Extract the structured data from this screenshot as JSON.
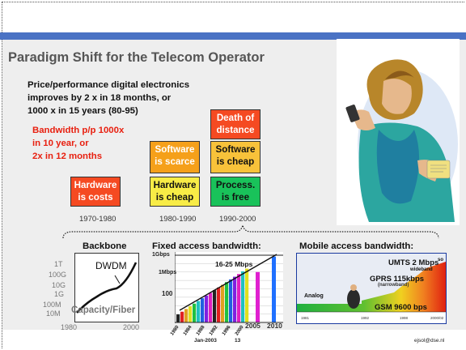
{
  "title": "Paradigm Shift for the Telecom Operator",
  "intro": {
    "line1": "Price/performance digital electronics",
    "line2": "improves by 2 x in 18 months, or",
    "line3": "1000 x in 15 years (80-95)"
  },
  "bandwidth_note": {
    "line1": "Bandwidth p/p 1000x",
    "line2": "in 10 year, or",
    "line3": "2x in 12 months"
  },
  "columns": [
    {
      "period": "1970-1980",
      "boxes": [
        {
          "l1": "Hardware",
          "l2": "is costs"
        }
      ]
    },
    {
      "period": "1980-1990",
      "boxes": [
        {
          "l1": "Software",
          "l2": "is scarce"
        },
        {
          "l1": "Hardware",
          "l2": "is cheap"
        }
      ]
    },
    {
      "period": "1990-2000",
      "boxes": [
        {
          "l1": "Death of",
          "l2": "distance"
        },
        {
          "l1": "Software",
          "l2": "is cheap"
        },
        {
          "l1": "Process.",
          "l2": "is free"
        }
      ]
    }
  ],
  "backbone": {
    "title": "Backbone",
    "y_ticks": [
      "1T",
      "100G",
      "10G",
      "1G",
      "100M",
      "10M"
    ],
    "x_ticks": [
      "1980",
      "2000"
    ],
    "curve_label": "DWDM",
    "bottom_label": "Capacity/Fiber"
  },
  "fixed": {
    "title": "Fixed access bandwidth:",
    "y_ticks": [
      "1Gbps",
      "1Mbps",
      "100"
    ],
    "range_label": "16-25 Mbps",
    "x_ticks": [
      "1980",
      "1984",
      "1988",
      "1992",
      "1996",
      "2000"
    ],
    "future_years": [
      "2005",
      "2010"
    ],
    "bars": [
      0.12,
      0.16,
      0.2,
      0.24,
      0.28,
      0.32,
      0.36,
      0.4,
      0.44,
      0.48,
      0.52,
      0.56,
      0.6,
      0.64,
      0.68,
      0.72,
      0.76,
      0.8
    ],
    "bar_colors": [
      "#222222",
      "#e02020",
      "#e0a020",
      "#e0e020",
      "#20c040",
      "#20c0c0",
      "#2060e0",
      "#8020e0",
      "#e020c0",
      "#222222",
      "#e02020",
      "#e0a020",
      "#20c040",
      "#2060e0",
      "#8020e0",
      "#e020c0",
      "#20c0c0",
      "#e0e020"
    ],
    "future_bars": [
      0.75,
      0.98
    ],
    "future_colors": [
      "#e020d0",
      "#2070ff"
    ]
  },
  "mobile": {
    "title": "Mobile access bandwidth:",
    "umts": "UMTS 2 Mbps",
    "umts_sub": "wideband",
    "umts_sup": "so",
    "gprs": "GPRS 115kbps",
    "gprs_sub": "(narrowband)",
    "gsm": "GSM 9600 bps",
    "analog": "Analog",
    "x_ticks": [
      "1981",
      "1992",
      "1998",
      "2000/02"
    ]
  },
  "footer": {
    "date": "Jan-2003",
    "page": "13",
    "email": "ejsol@dse.nl"
  },
  "colors": {
    "accent_bar": "#4a72c4",
    "red_box": "#f54a22",
    "orange_box": "#f5a01a",
    "yellow_box": "#f8ec46",
    "green_box": "#19c25a",
    "bandwidth_text": "#e82010"
  }
}
